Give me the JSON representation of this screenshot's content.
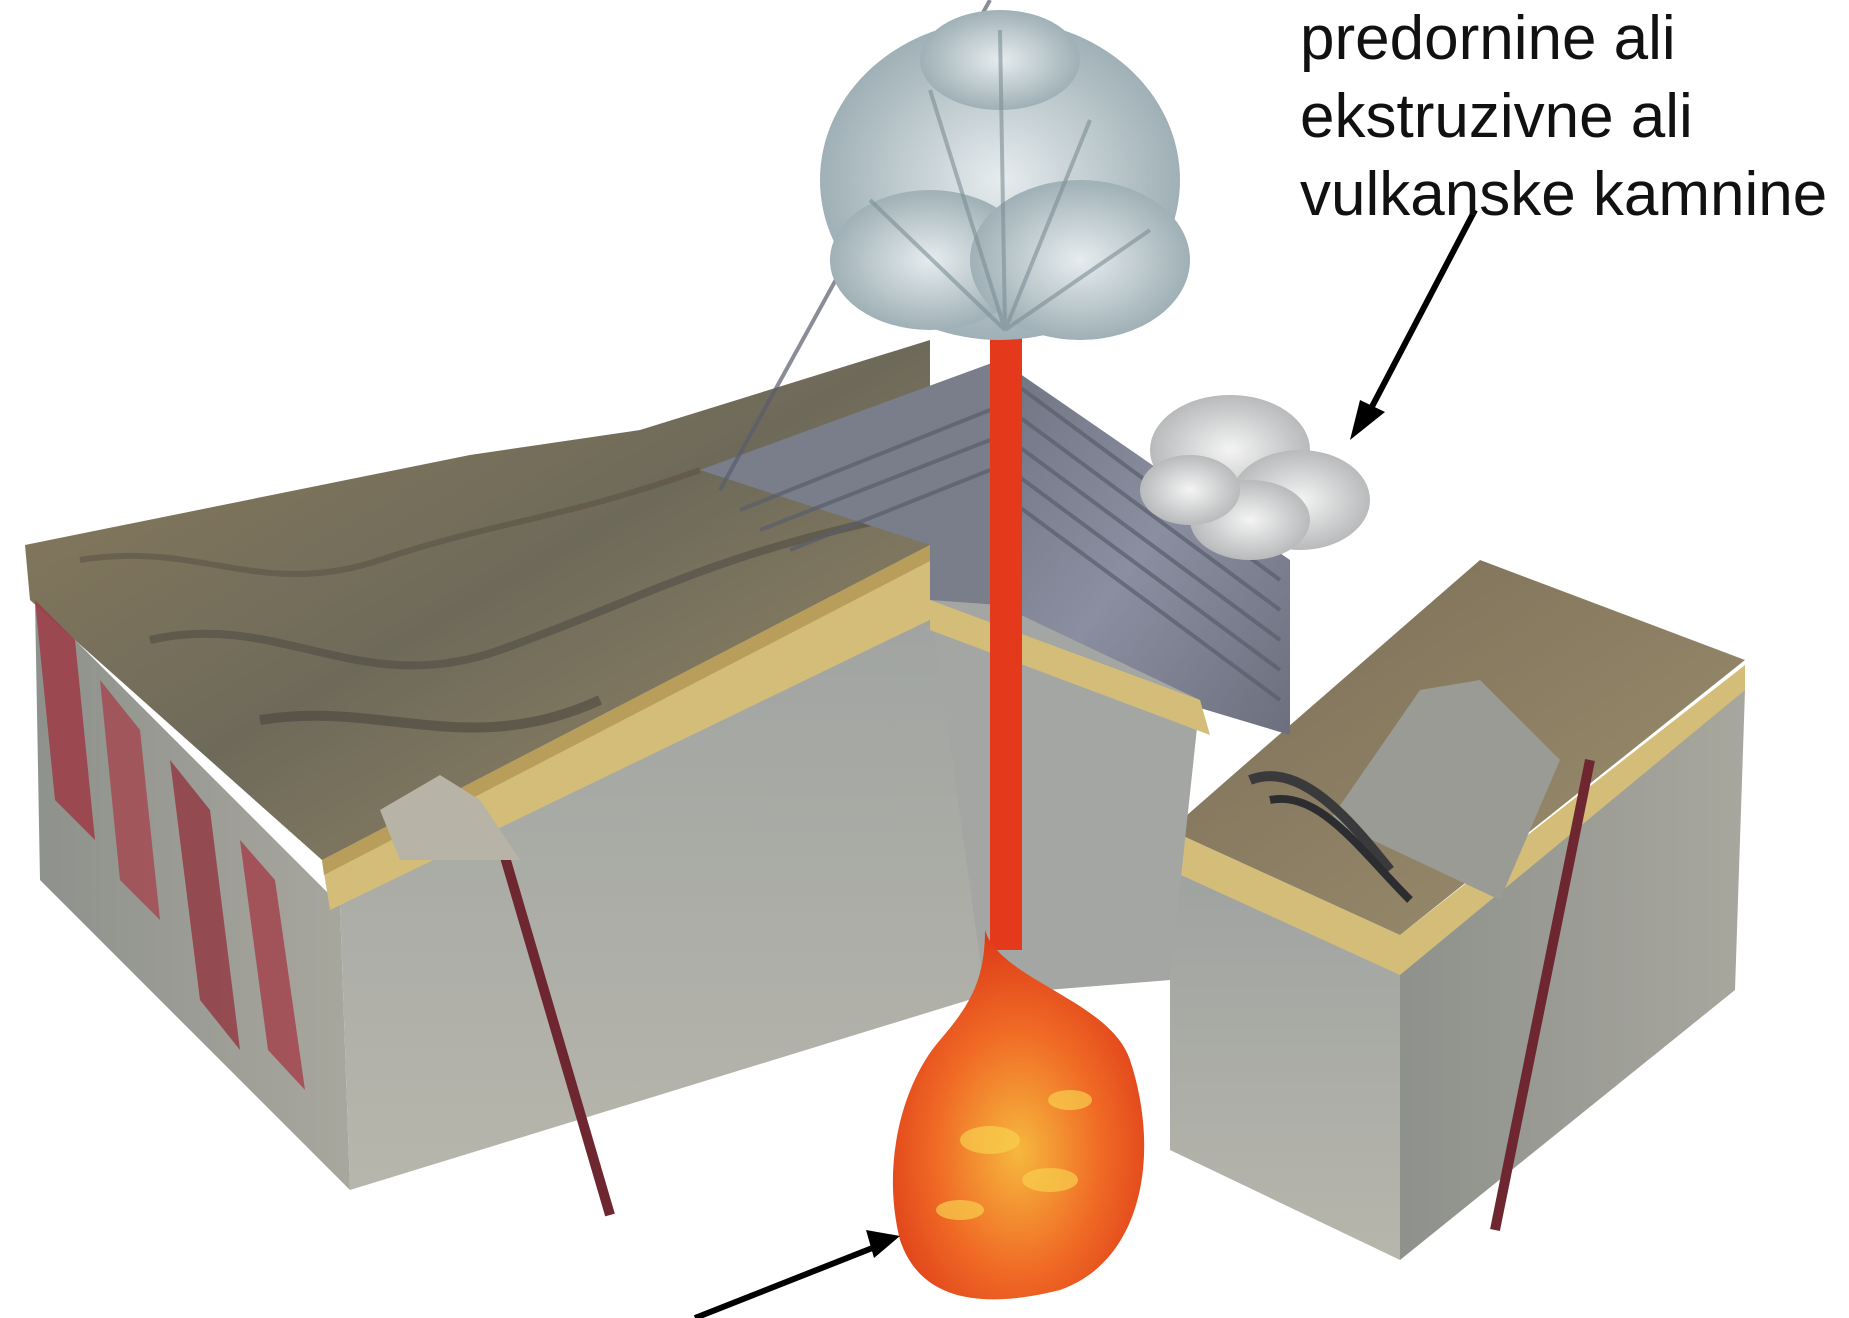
{
  "labels": {
    "extrusive": [
      "predornine ali",
      "ekstruzivne ali",
      "vulkanske kamnine"
    ]
  },
  "colors": {
    "magma": "#e8441e",
    "magma_highlight": "#f7c64a",
    "conduit": "#e5391c",
    "ash": "#b9c7cc",
    "rock_block": "#a9a9a0",
    "sediment_band": "#d6c27a",
    "arrow": "#000000"
  },
  "icons": {
    "arrow_to_cloud": "arrow-icon",
    "arrow_to_chamber": "arrow-icon"
  }
}
